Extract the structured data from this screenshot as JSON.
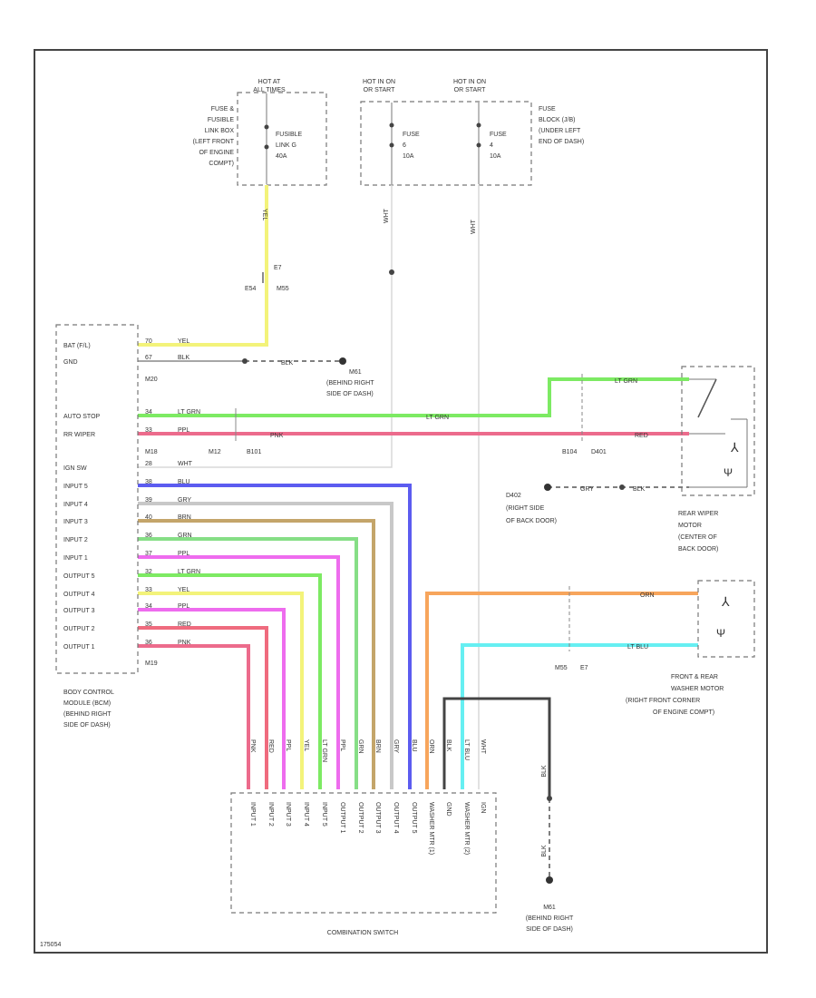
{
  "diagram_id": "175054",
  "power": {
    "left_label": [
      "HOT AT",
      "ALL TIMES"
    ],
    "left_fuse_location": [
      "FUSE &",
      "FUSIBLE",
      "LINK BOX",
      "(LEFT FRONT",
      "OF ENGINE",
      "COMPT)"
    ],
    "left_fuse_name": [
      "FUSIBLE",
      "LINK G",
      "40A"
    ],
    "hot_run_1": [
      "HOT IN ON",
      "OR START"
    ],
    "hot_run_2": [
      "HOT IN ON",
      "OR START"
    ],
    "fuse_a": [
      "FUSE",
      "6",
      "10A"
    ],
    "fuse_b": [
      "FUSE",
      "4",
      "10A"
    ],
    "right_fuse_location": [
      "FUSE",
      "BLOCK (J/B)",
      "(UNDER LEFT",
      "END OF DASH)"
    ]
  },
  "wire_labels": {
    "yel_vertical": "YEL",
    "wht_1": "WHT",
    "wht_2": "WHT",
    "e7_top": "E7",
    "e7_top_pins": [
      "E54",
      "M55"
    ],
    "blk": "BLK",
    "bcm_ground_name": [
      "M61",
      "(BEHIND RIGHT",
      "SIDE OF DASH)"
    ],
    "m20": "M20",
    "lt_grn_mid": "LT GRN",
    "pnk_mid": "PNK",
    "bcm_conn_bottom": [
      "M18",
      "M12",
      "B101"
    ],
    "rear_conn": [
      "B104",
      "D401"
    ],
    "lt_grn_right": "LT GRN",
    "red_right": "RED",
    "gry": "GRY",
    "blk_right": "BLK",
    "d402_ground": [
      "D402",
      "(RIGHT SIDE",
      "OF BACK DOOR)"
    ],
    "m19": "M19",
    "orn_right": "ORN",
    "lt_blu_right": "LT BLU",
    "washer_conn_pins": [
      "M55",
      "E7"
    ],
    "cs_wire_colors": [
      "PNK",
      "RED",
      "PPL",
      "YEL",
      "LT GRN",
      "PPL",
      "GRN",
      "BRN",
      "GRY",
      "BLU",
      "ORN",
      "BLK",
      "LT BLU",
      "WHT"
    ],
    "blk_ground_wire": "BLK",
    "bottom_ground": [
      "M61",
      "(BEHIND RIGHT",
      "SIDE OF DASH)"
    ]
  },
  "bcm": {
    "left_labels": [
      "BAT (F/L)",
      "GND",
      "AUTO STOP",
      "RR WIPER",
      "IGN SW",
      "INPUT 5",
      "INPUT 4",
      "INPUT 3",
      "INPUT 2",
      "INPUT 1",
      "OUTPUT 5",
      "OUTPUT 4",
      "OUTPUT 3",
      "OUTPUT 2",
      "OUTPUT 1"
    ],
    "pin_labels": [
      "70",
      "67",
      "34",
      "33",
      "28",
      "38",
      "39",
      "40",
      "36",
      "37",
      "32",
      "33",
      "34",
      "35",
      "36"
    ],
    "wire_colors": [
      "YEL",
      "BLK",
      "LT GRN",
      "PPL",
      "WHT",
      "BLU",
      "GRY",
      "BRN",
      "GRN",
      "PPL",
      "LT GRN",
      "YEL",
      "PPL",
      "RED",
      "PNK"
    ],
    "name": [
      "BODY CONTROL",
      "MODULE (BCM)",
      "(BEHIND RIGHT",
      "SIDE OF DASH)"
    ]
  },
  "combination_switch": {
    "pins": [
      "INPUT 1",
      "INPUT 2",
      "INPUT 3",
      "INPUT 4",
      "INPUT 5",
      "OUTPUT 1",
      "OUTPUT 2",
      "OUTPUT 3",
      "OUTPUT 4",
      "OUTPUT 5",
      "WASHER MTR (1)",
      "GND",
      "WASHER MTR (2)",
      "IGN"
    ],
    "name": "COMBINATION SWITCH"
  },
  "rear_wiper": {
    "name": [
      "REAR WIPER",
      "MOTOR",
      "(CENTER OF",
      "BACK DOOR)"
    ]
  },
  "washer": {
    "name": [
      "FRONT & REAR",
      "WASHER MOTOR",
      "(RIGHT FRONT CORNER",
      "OF ENGINE COMPT)"
    ]
  },
  "colors": {
    "YEL": "#f3f37a",
    "LT_GRN": "#7dea63",
    "PNK": "#ec6b8c",
    "BLU": "#5c5cf0",
    "GRY": "#c8c8c8",
    "BRN": "#c4a56a",
    "GRN": "#86de86",
    "PPL": "#ee6cee",
    "RED": "#ef6b7e",
    "ORN": "#f7a55c",
    "LT_BLU": "#66eff2",
    "BLK": "#444444",
    "WHT": "#d8d8d8"
  }
}
